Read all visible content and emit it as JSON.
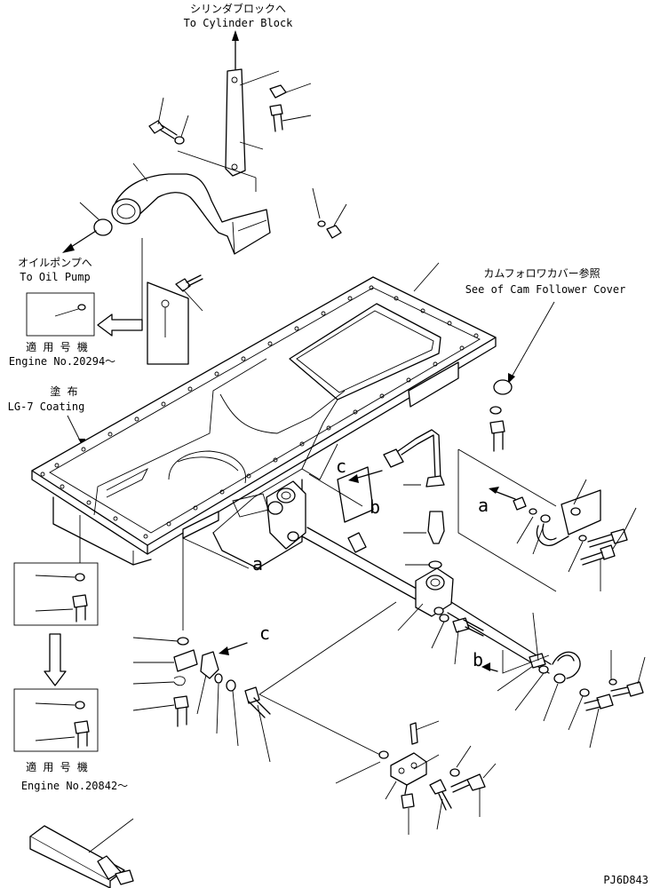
{
  "labels": {
    "cylinder_block_jp": "シリンダブロックへ",
    "cylinder_block_en": "To Cylinder Block",
    "oil_pump_jp": "オイルポンプへ",
    "oil_pump_en": "To Oil Pump",
    "applicable_1_jp": "適 用 号 機",
    "applicable_1_en": "Engine No.20294～",
    "coating_jp": "塗 布",
    "coating_en": "LG-7 Coating",
    "cam_cover_jp": "カムフォロワカバー参照",
    "cam_cover_en": "See of Cam Follower Cover",
    "applicable_2_jp": "適 用 号 機",
    "applicable_2_en": "Engine No.20842～",
    "ref_a": "a",
    "ref_b": "b",
    "ref_c": "c",
    "drawing_code": "PJ6D843"
  }
}
